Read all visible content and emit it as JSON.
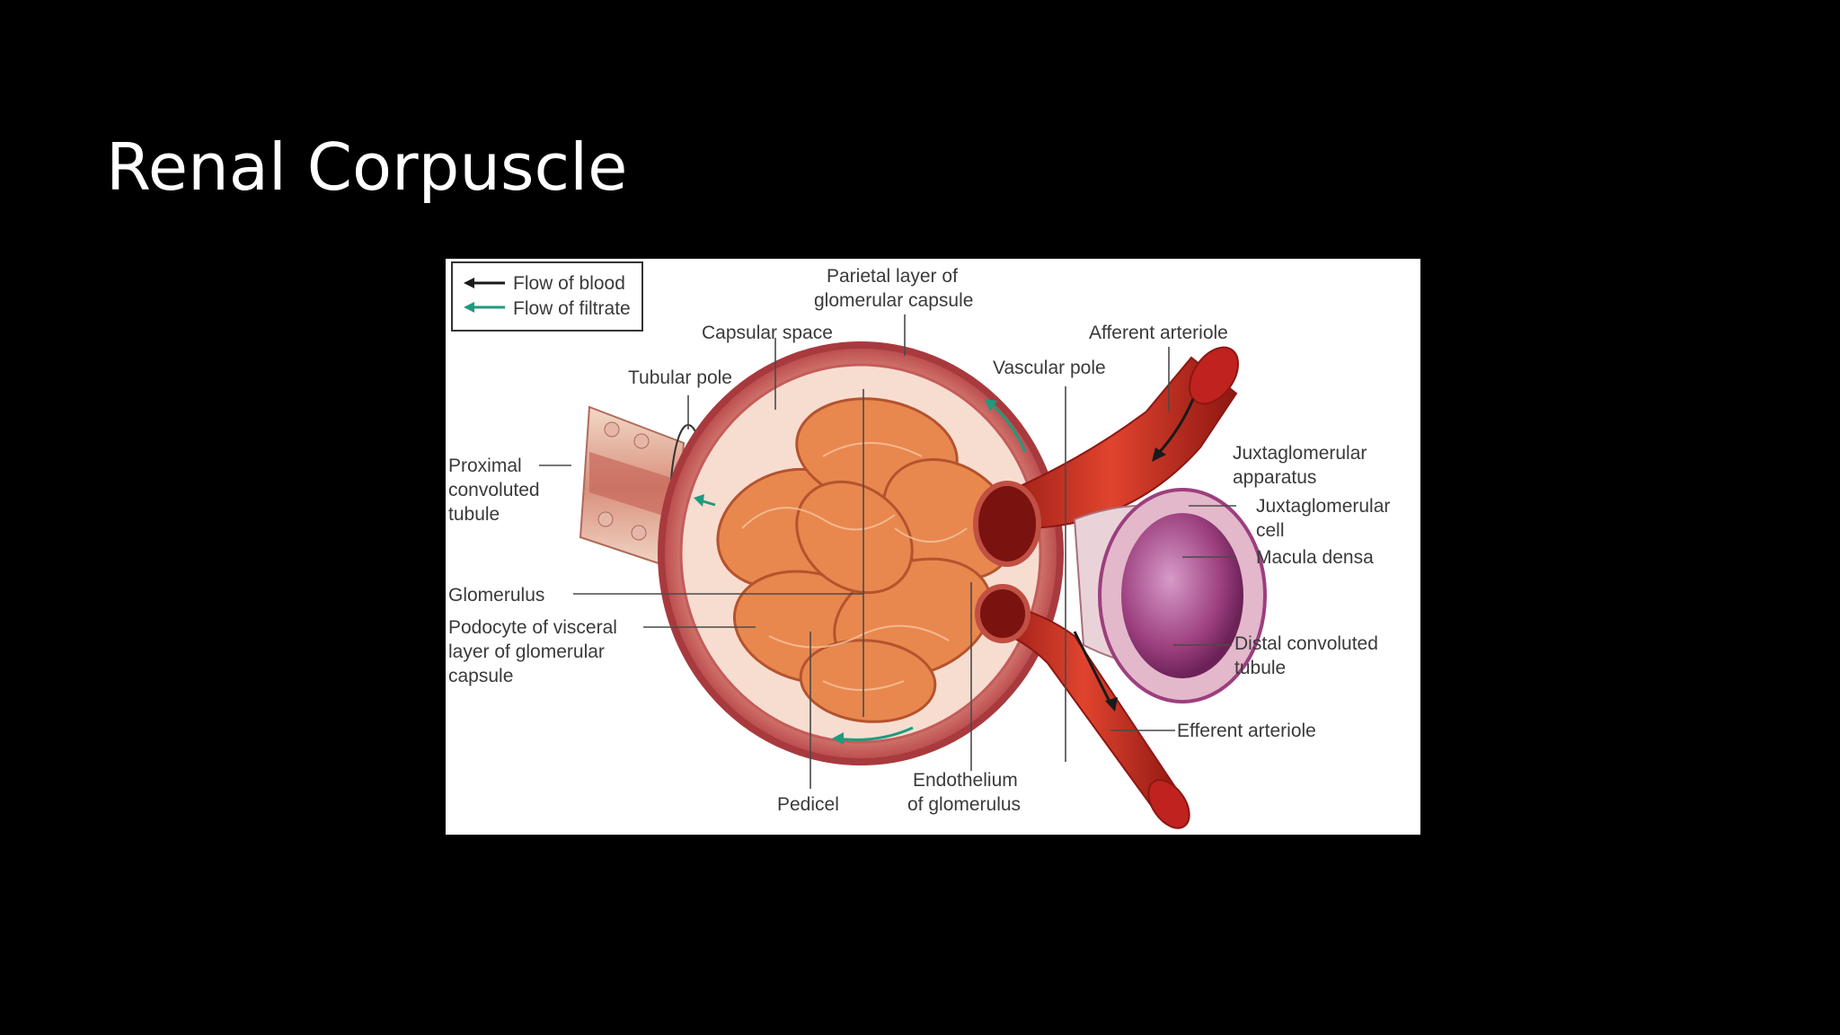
{
  "slide": {
    "title": "Renal Corpuscle"
  },
  "legend": {
    "blood_label": "Flow of blood",
    "filtrate_label": "Flow of filtrate"
  },
  "labels": {
    "parietal_1": "Parietal layer of",
    "parietal_2": "glomerular capsule",
    "capsular_space": "Capsular space",
    "afferent": "Afferent arteriole",
    "tubular_pole": "Tubular pole",
    "vascular_pole": "Vascular pole",
    "pct_1": "Proximal",
    "pct_2": "convoluted",
    "pct_3": "tubule",
    "jga_1": "Juxtaglomerular",
    "jga_2": "apparatus",
    "jgc_1": "Juxtaglomerular",
    "jgc_2": "cell",
    "macula_densa": "Macula densa",
    "glomerulus": "Glomerulus",
    "podocyte_1": "Podocyte of visceral",
    "podocyte_2": "layer of glomerular",
    "podocyte_3": "capsule",
    "dct_1": "Distal convoluted",
    "dct_2": "tubule",
    "efferent": "Efferent arteriole",
    "endothelium_1": "Endothelium",
    "endothelium_2": "of glomerulus",
    "pedicel": "Pedicel"
  },
  "colors": {
    "background": "#000000",
    "title": "#ffffff",
    "panel": "#ffffff",
    "blood_arrow": "#1a1a1a",
    "filtrate_arrow": "#1f9a7e",
    "capsule": "#b8474a",
    "glomerulus": "#e8884e",
    "vessel": "#c0221f",
    "macula": "#9c3f7e"
  },
  "icons": {
    "blood_arrow": "black-left-arrow-icon",
    "filtrate_arrow": "teal-left-arrow-icon"
  }
}
